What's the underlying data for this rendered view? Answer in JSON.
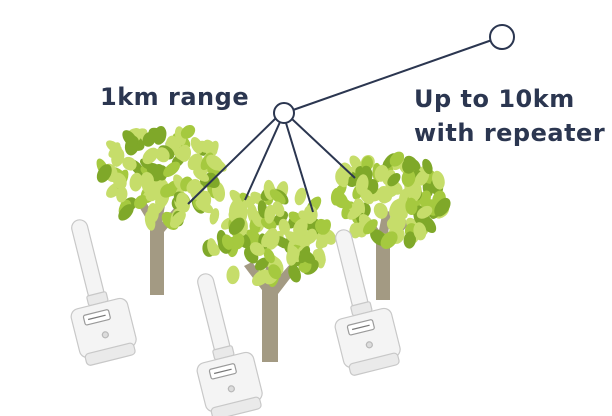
{
  "labels": {
    "local_range": "1km range",
    "extended_range_line1": "Up to 10km",
    "extended_range_line2": "with repeater"
  },
  "colors": {
    "text": "#2b3650",
    "link_line": "#2b3650",
    "leaf_light": "#c6dd6a",
    "leaf_mid": "#a5c93f",
    "leaf_dark": "#7fa829",
    "trunk": "#a39a83",
    "sensor_body": "#f4f4f4",
    "sensor_outline": "#c8c8c8"
  },
  "icons": {
    "tree": "tree-icon",
    "sensor": "wireless-sensor-icon",
    "gateway": "gateway-node-icon",
    "repeater": "repeater-node-icon"
  }
}
